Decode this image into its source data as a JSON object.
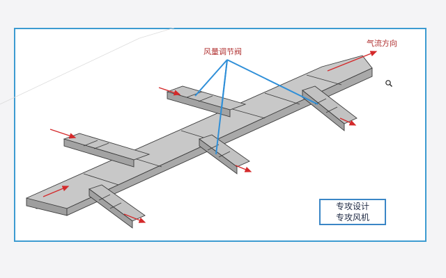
{
  "labels": {
    "damper": "风量调节阀",
    "airflow": "气流方向"
  },
  "brand": {
    "line1": "专攻设计",
    "line2": "专攻风机"
  },
  "icons": {
    "pointer": "magnifier-cursor-icon"
  },
  "colors": {
    "frame_border": "#3c9bd1",
    "label_text": "#b03030",
    "pointer_line": "#2f8fd8",
    "airflow_arrow": "#d4292a",
    "duct_fill": "#b9b9b9",
    "duct_edge": "#3a3a3a"
  }
}
